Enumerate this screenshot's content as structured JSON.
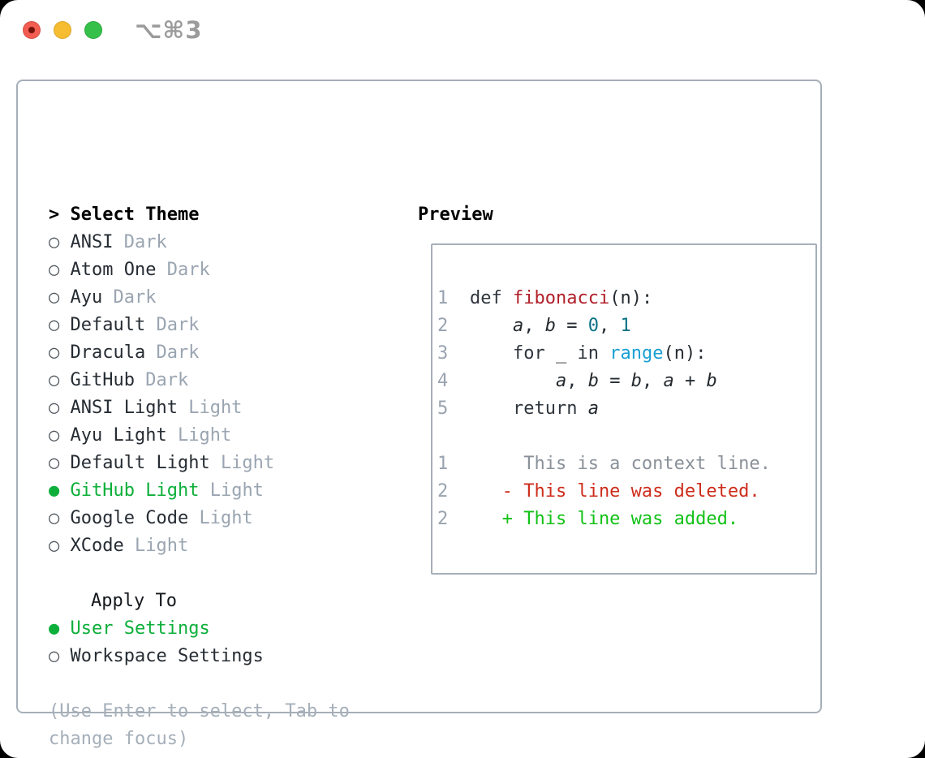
{
  "window": {
    "title_shortcut": "⌥⌘3",
    "traffic_lights": [
      "close",
      "minimize",
      "zoom"
    ]
  },
  "colors": {
    "tl_red": "#f35c51",
    "tl_red_dot": "#731209",
    "tl_yellow": "#f7bd32",
    "tl_green": "#35c149",
    "selection_green": "#0daf3a",
    "added_green": "#12c117",
    "deleted_red": "#cd2d1c",
    "function_red": "#b1202a",
    "number_teal": "#0b7285",
    "call_blue": "#1a9fd4",
    "context_gray": "#8a9199",
    "variant_gray": "#9aa5b1",
    "panel_border": "#a6afb9"
  },
  "theme_selector": {
    "header_prefix": "> ",
    "header": "Select Theme",
    "radio_unselected": "○ ",
    "radio_selected": "● ",
    "themes": [
      {
        "name": "ANSI",
        "variant": "Dark",
        "selected": false
      },
      {
        "name": "Atom One",
        "variant": "Dark",
        "selected": false
      },
      {
        "name": "Ayu",
        "variant": "Dark",
        "selected": false
      },
      {
        "name": "Default",
        "variant": "Dark",
        "selected": false
      },
      {
        "name": "Dracula",
        "variant": "Dark",
        "selected": false
      },
      {
        "name": "GitHub",
        "variant": "Dark",
        "selected": false
      },
      {
        "name": "ANSI Light",
        "variant": "Light",
        "selected": false
      },
      {
        "name": "Ayu Light",
        "variant": "Light",
        "selected": false
      },
      {
        "name": "Default Light",
        "variant": "Light",
        "selected": false
      },
      {
        "name": "GitHub Light",
        "variant": "Light",
        "selected": true
      },
      {
        "name": "Google Code",
        "variant": "Light",
        "selected": false
      },
      {
        "name": "XCode",
        "variant": "Light",
        "selected": false
      }
    ],
    "apply_to": {
      "header": "Apply To",
      "options": [
        {
          "name": "User Settings",
          "selected": true
        },
        {
          "name": "Workspace Settings",
          "selected": false
        }
      ]
    },
    "hint_lines": [
      "(Use Enter to select, Tab to",
      "change focus)"
    ]
  },
  "preview": {
    "header": "Preview",
    "code_lines": [
      {
        "num": "1",
        "tokens": [
          [
            "kw",
            "def "
          ],
          [
            "fn",
            "fibonacci"
          ],
          [
            "code",
            "(n):"
          ]
        ]
      },
      {
        "num": "2",
        "tokens": [
          [
            "code",
            "    "
          ],
          [
            "var",
            "a"
          ],
          [
            "code",
            ", "
          ],
          [
            "var",
            "b"
          ],
          [
            "code",
            " = "
          ],
          [
            "numlit",
            "0"
          ],
          [
            "code",
            ", "
          ],
          [
            "numlit",
            "1"
          ]
        ]
      },
      {
        "num": "3",
        "tokens": [
          [
            "code",
            "    "
          ],
          [
            "kw",
            "for"
          ],
          [
            "code",
            " _ "
          ],
          [
            "kw",
            "in"
          ],
          [
            "code",
            " "
          ],
          [
            "call",
            "range"
          ],
          [
            "code",
            "(n):"
          ]
        ]
      },
      {
        "num": "4",
        "tokens": [
          [
            "code",
            "        "
          ],
          [
            "var",
            "a"
          ],
          [
            "code",
            ", "
          ],
          [
            "var",
            "b"
          ],
          [
            "code",
            " = "
          ],
          [
            "var",
            "b"
          ],
          [
            "code",
            ", "
          ],
          [
            "var",
            "a"
          ],
          [
            "code",
            " + "
          ],
          [
            "var",
            "b"
          ]
        ]
      },
      {
        "num": "5",
        "tokens": [
          [
            "code",
            "    "
          ],
          [
            "kw",
            "return"
          ],
          [
            "code",
            " "
          ],
          [
            "var",
            "a"
          ]
        ]
      },
      {
        "num": "",
        "tokens": []
      },
      {
        "num": "1",
        "tokens": [
          [
            "ctx",
            "     This is a context line."
          ]
        ]
      },
      {
        "num": "2",
        "tokens": [
          [
            "del",
            "   - This line was deleted."
          ]
        ]
      },
      {
        "num": "2",
        "tokens": [
          [
            "add",
            "   + This line was added."
          ]
        ]
      }
    ]
  }
}
